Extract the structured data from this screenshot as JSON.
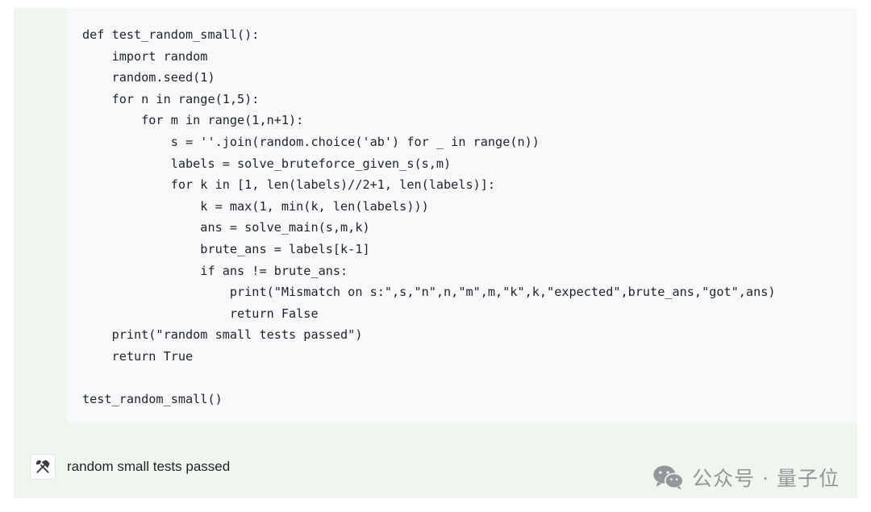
{
  "code": {
    "lines": [
      "def test_random_small():",
      "    import random",
      "    random.seed(1)",
      "    for n in range(1,5):",
      "        for m in range(1,n+1):",
      "            s = ''.join(random.choice('ab') for _ in range(n))",
      "            labels = solve_bruteforce_given_s(s,m)",
      "            for k in [1, len(labels)//2+1, len(labels)]:",
      "                k = max(1, min(k, len(labels)))",
      "                ans = solve_main(s,m,k)",
      "                brute_ans = labels[k-1]",
      "                if ans != brute_ans:",
      "                    print(\"Mismatch on s:\",s,\"n\",n,\"m\",m,\"k\",k,\"expected\",brute_ans,\"got\",ans)",
      "                    return False",
      "    print(\"random small tests passed\")",
      "    return True",
      "",
      "test_random_small()"
    ]
  },
  "output": {
    "icon": "tools-icon",
    "text": "random small tests passed"
  },
  "watermark": {
    "icon": "wechat-icon",
    "text": "公众号 · 量子位"
  },
  "colors": {
    "panel_bg": "#eef6ee",
    "code_bg": "#f7f8f9",
    "text": "#1f2329",
    "watermark": "#8a8d91"
  }
}
